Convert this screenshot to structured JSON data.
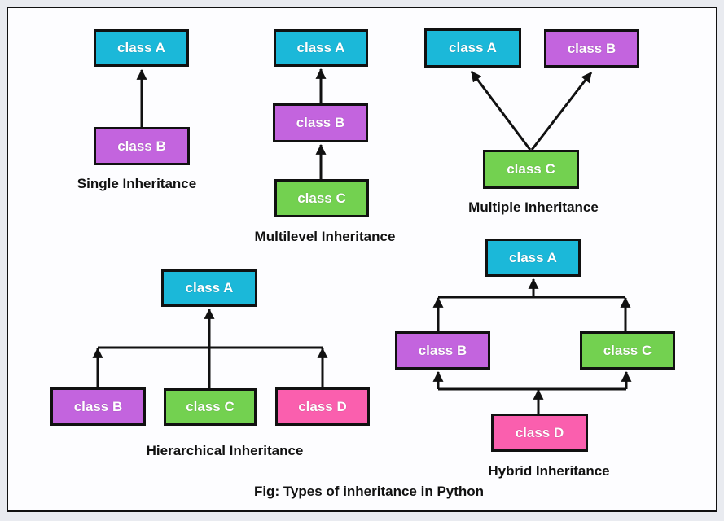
{
  "figure": {
    "caption": "Fig: Types of inheritance in Python"
  },
  "palette": {
    "cyan": "#1bb8d9",
    "purple": "#c364de",
    "green": "#73d150",
    "pink": "#fa5fae",
    "arrow": "#111111",
    "paper": "#fdfdff",
    "outer_background": "#e9ebf0",
    "box_border": "#111111"
  },
  "sections": {
    "single": {
      "title": "Single Inheritance",
      "boxes": [
        {
          "label": "class A",
          "color": "#1bb8d9"
        },
        {
          "label": "class B",
          "color": "#c364de"
        }
      ],
      "edges": [
        "class B → class A"
      ]
    },
    "multilevel": {
      "title": "Multilevel Inheritance",
      "boxes": [
        {
          "label": "class A",
          "color": "#1bb8d9"
        },
        {
          "label": "class B",
          "color": "#c364de"
        },
        {
          "label": "class C",
          "color": "#73d150"
        }
      ],
      "edges": [
        "class C → class B",
        "class B → class A"
      ]
    },
    "multiple": {
      "title": "Multiple Inheritance",
      "boxes": [
        {
          "label": "class A",
          "color": "#1bb8d9"
        },
        {
          "label": "class B",
          "color": "#c364de"
        },
        {
          "label": "class C",
          "color": "#73d150"
        }
      ],
      "edges": [
        "class C → class A",
        "class C → class B"
      ]
    },
    "hierarchical": {
      "title": "Hierarchical Inheritance",
      "boxes": [
        {
          "label": "class A",
          "color": "#1bb8d9"
        },
        {
          "label": "class B",
          "color": "#c364de"
        },
        {
          "label": "class C",
          "color": "#73d150"
        },
        {
          "label": "class D",
          "color": "#fa5fae"
        }
      ],
      "edges": [
        "class B → class A",
        "class C → class A",
        "class D → class A"
      ]
    },
    "hybrid": {
      "title": "Hybrid Inheritance",
      "boxes": [
        {
          "label": "class A",
          "color": "#1bb8d9"
        },
        {
          "label": "class B",
          "color": "#c364de"
        },
        {
          "label": "class C",
          "color": "#73d150"
        },
        {
          "label": "class D",
          "color": "#fa5fae"
        }
      ],
      "edges": [
        "class B → class A",
        "class C → class A",
        "class D → class B",
        "class D → class C"
      ]
    }
  }
}
